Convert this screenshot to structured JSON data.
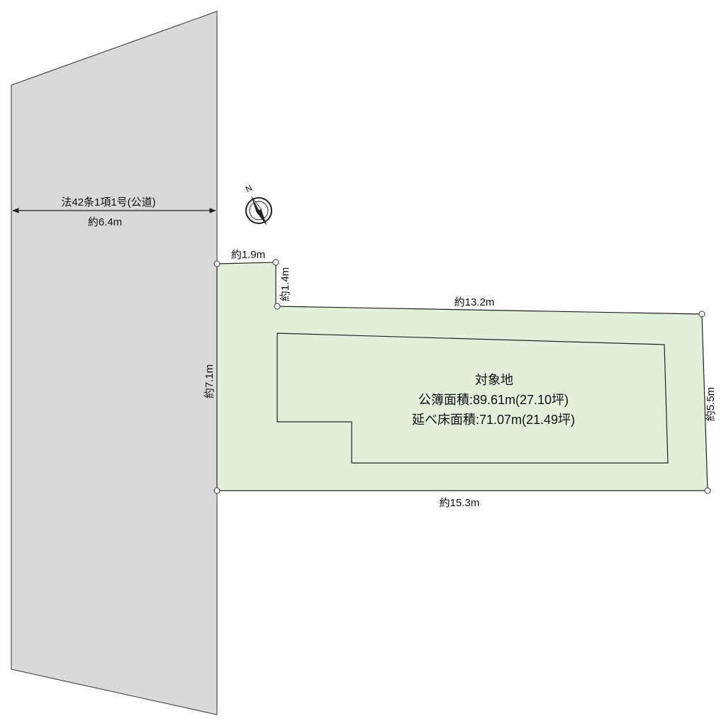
{
  "road": {
    "label": "法42条1項1号(公道)",
    "width": "約6.4m"
  },
  "dimensions": {
    "top_left": "約1.9m",
    "notch_vertical": "約1.4m",
    "top": "約13.2m",
    "left": "約7.1m",
    "right": "約5.5m",
    "bottom": "約15.3m"
  },
  "lot": {
    "title": "対象地",
    "registered_area": "公簿面積:89.61m(27.10坪)",
    "floor_area": "延べ床面積:71.07m(21.49坪)"
  },
  "compass": {
    "north_label": "N",
    "icon": "compass-icon"
  },
  "colors": {
    "road_fill": "#d9d9d9",
    "lot_fill": "#e2efda",
    "line": "#222222"
  }
}
